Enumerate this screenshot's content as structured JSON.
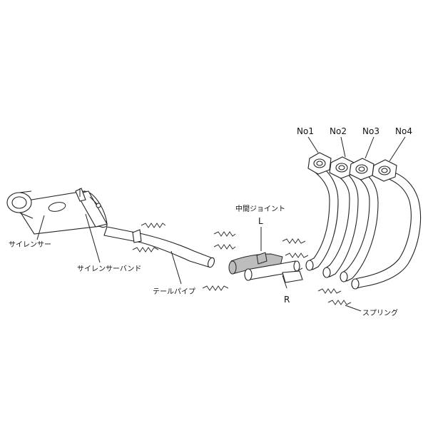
{
  "labels": {
    "silencer": "サイレンサー",
    "silencer_band": "サイレンサーバンド",
    "tail_pipe": "テールパイプ",
    "mid_joint": "中間ジョイント",
    "left": "L",
    "right": "R",
    "spring": "スプリング",
    "no1": "No1",
    "no2": "No2",
    "no3": "No3",
    "no4": "No4"
  },
  "colors": {
    "line": "#222222",
    "background": "#ffffff",
    "joint_left_shade": "#bdbdbd"
  }
}
